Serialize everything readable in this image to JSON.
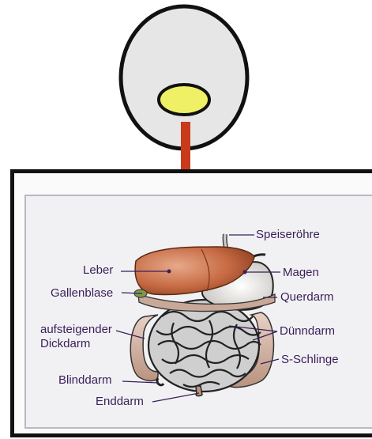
{
  "colors": {
    "pointer_bulb": "#f0f067",
    "pointer_rod": "#c93a1b",
    "frame": "#111111",
    "panel_bg": "#f1f1f4",
    "label_text": "#3a1f58",
    "liver": "#b8562d",
    "stomach": "#e9e7e2",
    "intestine_outline": "#2a2a2a"
  },
  "icons": {
    "pointer": "lightbulb-pointer-icon",
    "illustration": "digestive-system-icon"
  },
  "labels": {
    "speiseroehre": "Speiseröhre",
    "leber": "Leber",
    "magen": "Magen",
    "gallenblase": "Gallenblase",
    "querdarm": "Querdarm",
    "aufsteigender": "aufsteigender",
    "dickdarm": "Dickdarm",
    "duenndarm": "Dünndarm",
    "s_schlinge": "S-Schlinge",
    "blinddarm": "Blinddarm",
    "enddarm": "Enddarm"
  }
}
